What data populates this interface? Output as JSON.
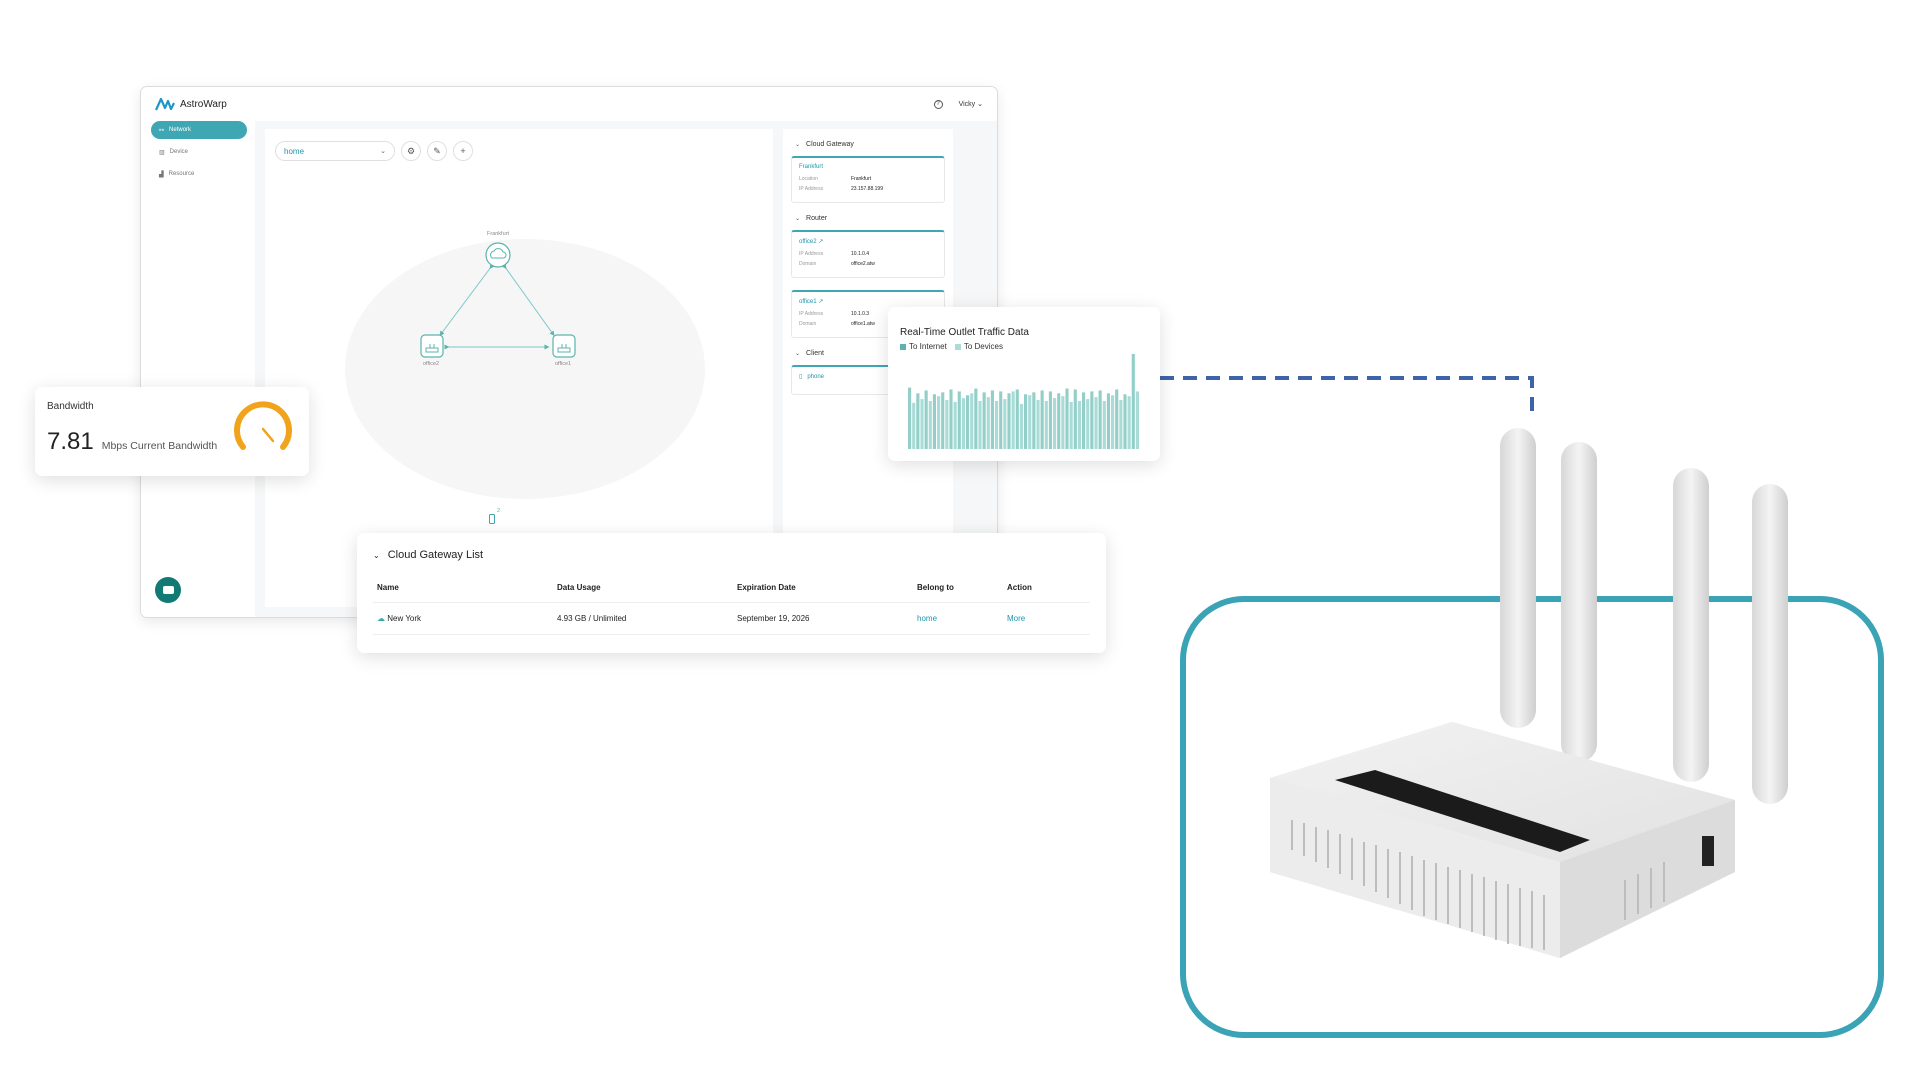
{
  "app": {
    "brand": "AstroWarp",
    "user": "Vicky",
    "nav": [
      {
        "label": "Network",
        "icon": "network-icon",
        "active": true
      },
      {
        "label": "Device",
        "icon": "device-icon",
        "active": false
      },
      {
        "label": "Resource",
        "icon": "resource-icon",
        "active": false
      }
    ],
    "toolbar": {
      "network_select": "home"
    },
    "topology": {
      "nodes": [
        {
          "label": "Frankfurt",
          "type": "cloud"
        },
        {
          "label": "office2",
          "type": "router"
        },
        {
          "label": "office1",
          "type": "router"
        }
      ],
      "client_count": "2"
    },
    "panel": {
      "cloud_gateway": {
        "heading": "Cloud Gateway",
        "card": {
          "title": "Frankfurt",
          "location_key": "Location",
          "location": "Frankfurt",
          "ip_key": "IP Address",
          "ip": "23.157.88.199"
        }
      },
      "router": {
        "heading": "Router",
        "cards": [
          {
            "title": "office2",
            "ip_key": "IP Address",
            "ip": "10.1.0.4",
            "domain_key": "Domain",
            "domain": "office2.atw"
          },
          {
            "title": "office1",
            "ip_key": "IP Address",
            "ip": "10.1.0.3",
            "domain_key": "Domain",
            "domain": "office1.atw"
          }
        ]
      },
      "client": {
        "heading": "Client",
        "card": {
          "title": "phone"
        }
      }
    }
  },
  "bandwidth": {
    "label": "Bandwidth",
    "value": "7.81",
    "unit": "Mbps Current Bandwidth"
  },
  "traffic": {
    "title": "Real-Time Outlet Traffic Data",
    "legend": [
      {
        "name": "To Internet",
        "color": "#5bb4ad"
      },
      {
        "name": "To Devices",
        "color": "#a9dcd6"
      }
    ],
    "colors": {
      "bar": "#93cfc8",
      "accent": "#5bb4ad"
    }
  },
  "chart_data": {
    "type": "bar",
    "title": "Real-Time Outlet Traffic Data",
    "series": [
      {
        "name": "To Internet",
        "values": [
          0.64,
          0.58,
          0.61,
          0.57,
          0.59,
          0.62,
          0.6,
          0.56,
          0.63,
          0.59,
          0.61,
          0.6,
          0.58,
          0.62,
          0.57,
          0.59,
          0.61,
          0.6,
          0.58,
          0.63,
          0.62,
          0.59,
          0.6,
          0.61,
          0.58,
          0.62,
          0.57,
          0.99
        ]
      },
      {
        "name": "To Devices",
        "values": [
          0.48,
          0.52,
          0.5,
          0.55,
          0.51,
          0.49,
          0.53,
          0.58,
          0.5,
          0.54,
          0.5,
          0.52,
          0.6,
          0.47,
          0.56,
          0.51,
          0.5,
          0.53,
          0.55,
          0.49,
          0.5,
          0.52,
          0.54,
          0.5,
          0.56,
          0.51,
          0.55,
          0.6
        ]
      }
    ],
    "ylim": [
      0,
      1
    ],
    "xlabel": "",
    "ylabel": ""
  },
  "gateway_list": {
    "title": "Cloud Gateway List",
    "columns": [
      "Name",
      "Data Usage",
      "Expiration Date",
      "Belong to",
      "Action"
    ],
    "rows": [
      {
        "name": "New York",
        "usage": "4.93 GB / Unlimited",
        "expires": "September 19, 2026",
        "belong": "home",
        "action": "More"
      }
    ]
  },
  "colors": {
    "accent": "#3fa7b3",
    "frame": "#3aa3b5",
    "connector": "#3d63a8",
    "gauge": "#f2a31c"
  }
}
